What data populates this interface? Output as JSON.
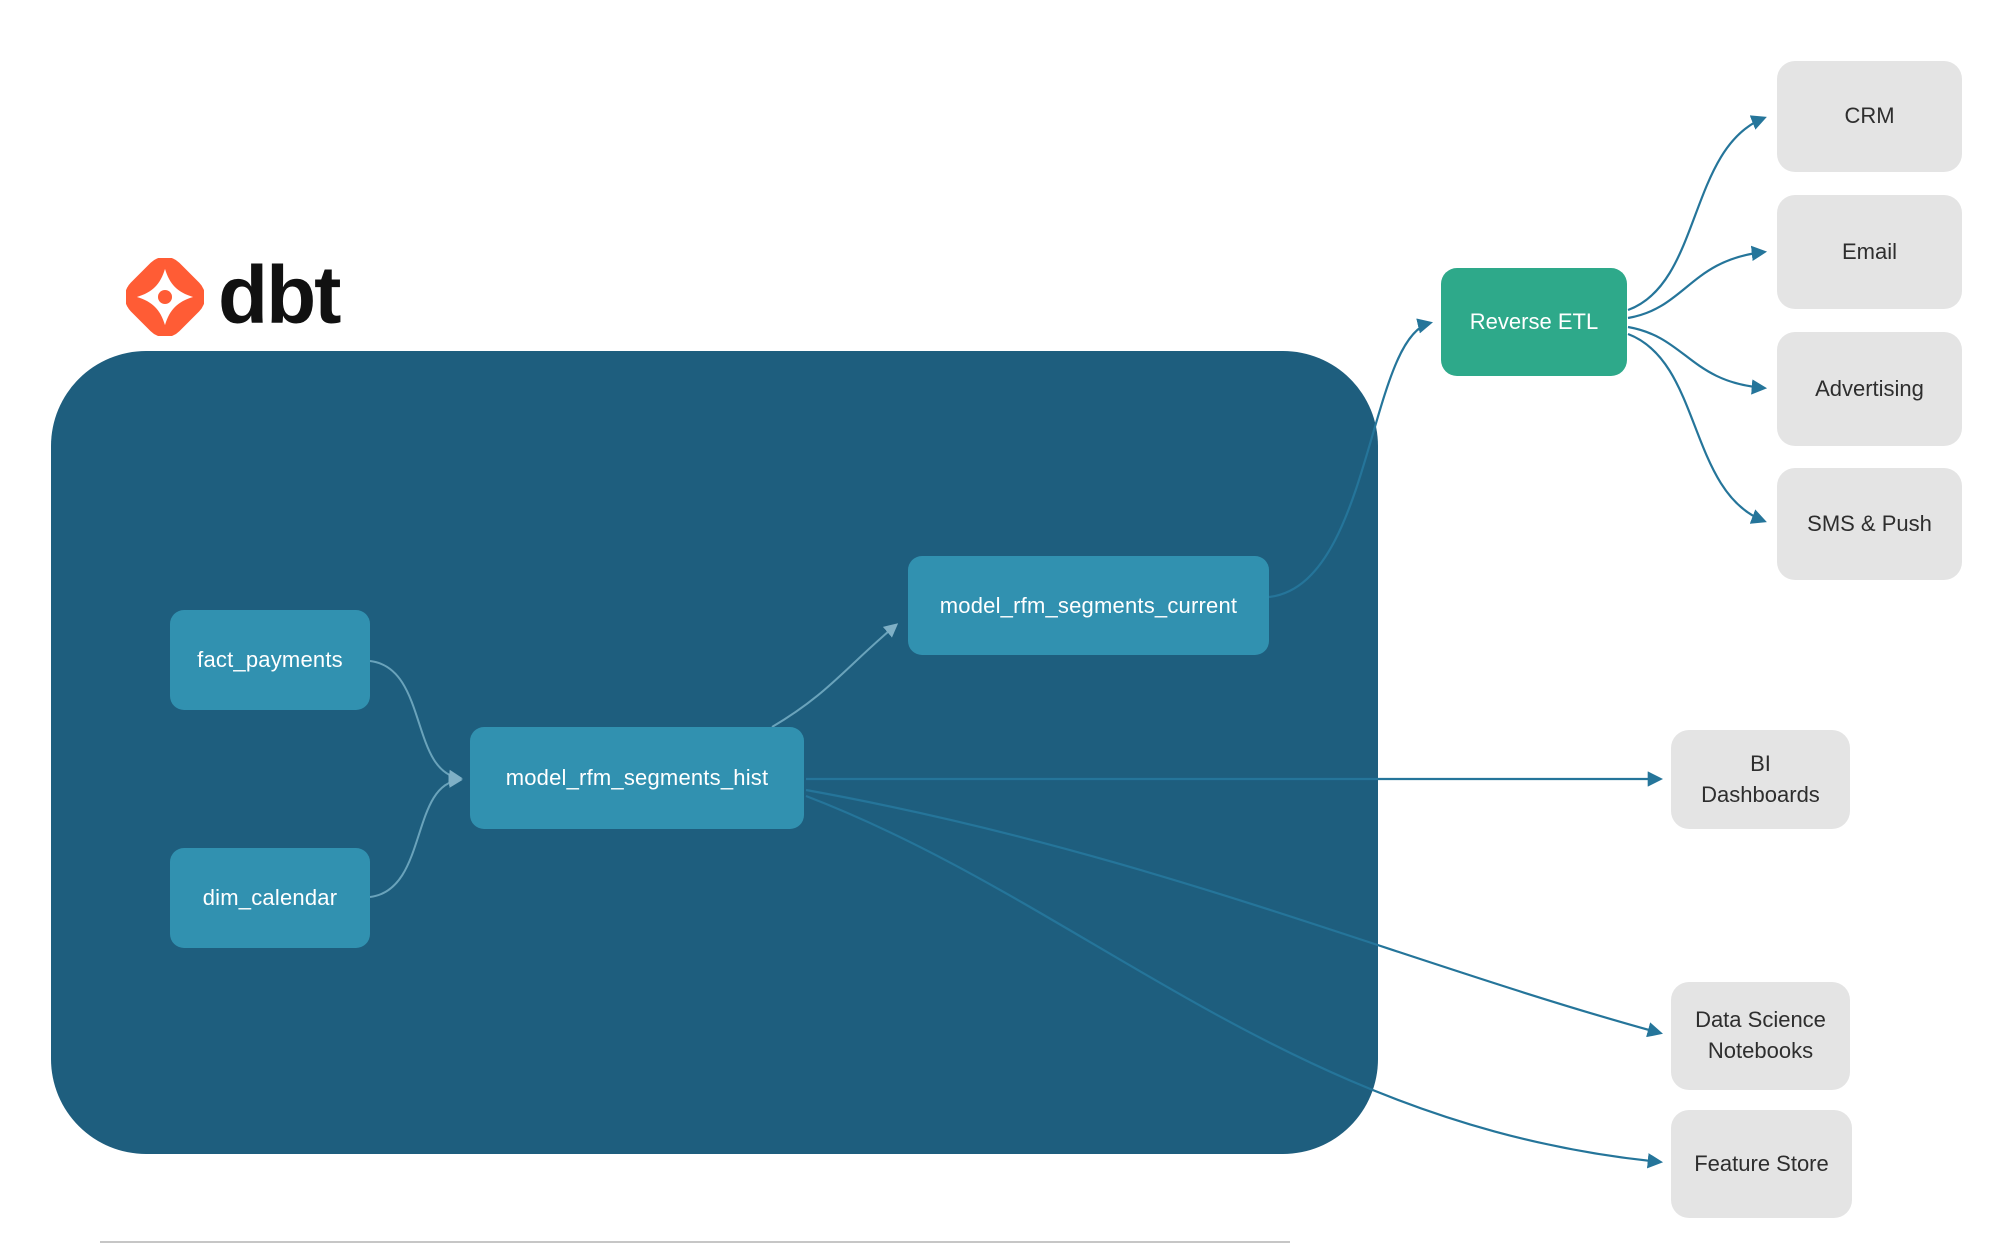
{
  "logo": {
    "text": "dbt"
  },
  "dbt_project": {
    "sources": [
      {
        "label": "fact_payments"
      },
      {
        "label": "dim_calendar"
      }
    ],
    "models": [
      {
        "label": "model_rfm_segments_hist"
      },
      {
        "label": "model_rfm_segments_current"
      }
    ]
  },
  "reverse_etl": {
    "label": "Reverse ETL"
  },
  "activation_destinations": [
    {
      "label": "CRM"
    },
    {
      "label": "Email"
    },
    {
      "label": "Advertising"
    },
    {
      "label": "SMS & Push"
    }
  ],
  "analytics_destinations": [
    {
      "label": "BI Dashboards"
    },
    {
      "label": "Data Science Notebooks"
    },
    {
      "label": "Feature Store"
    }
  ],
  "colors": {
    "container_bg": "#1e5e7e",
    "model_node_bg": "#3191b0",
    "reverse_etl_bg": "#2ea98a",
    "destination_bg": "#e4e4e4",
    "arrow_outer": "#25759a",
    "arrow_inner": "#6aa3bb",
    "logo_orange": "#ff5c35"
  }
}
